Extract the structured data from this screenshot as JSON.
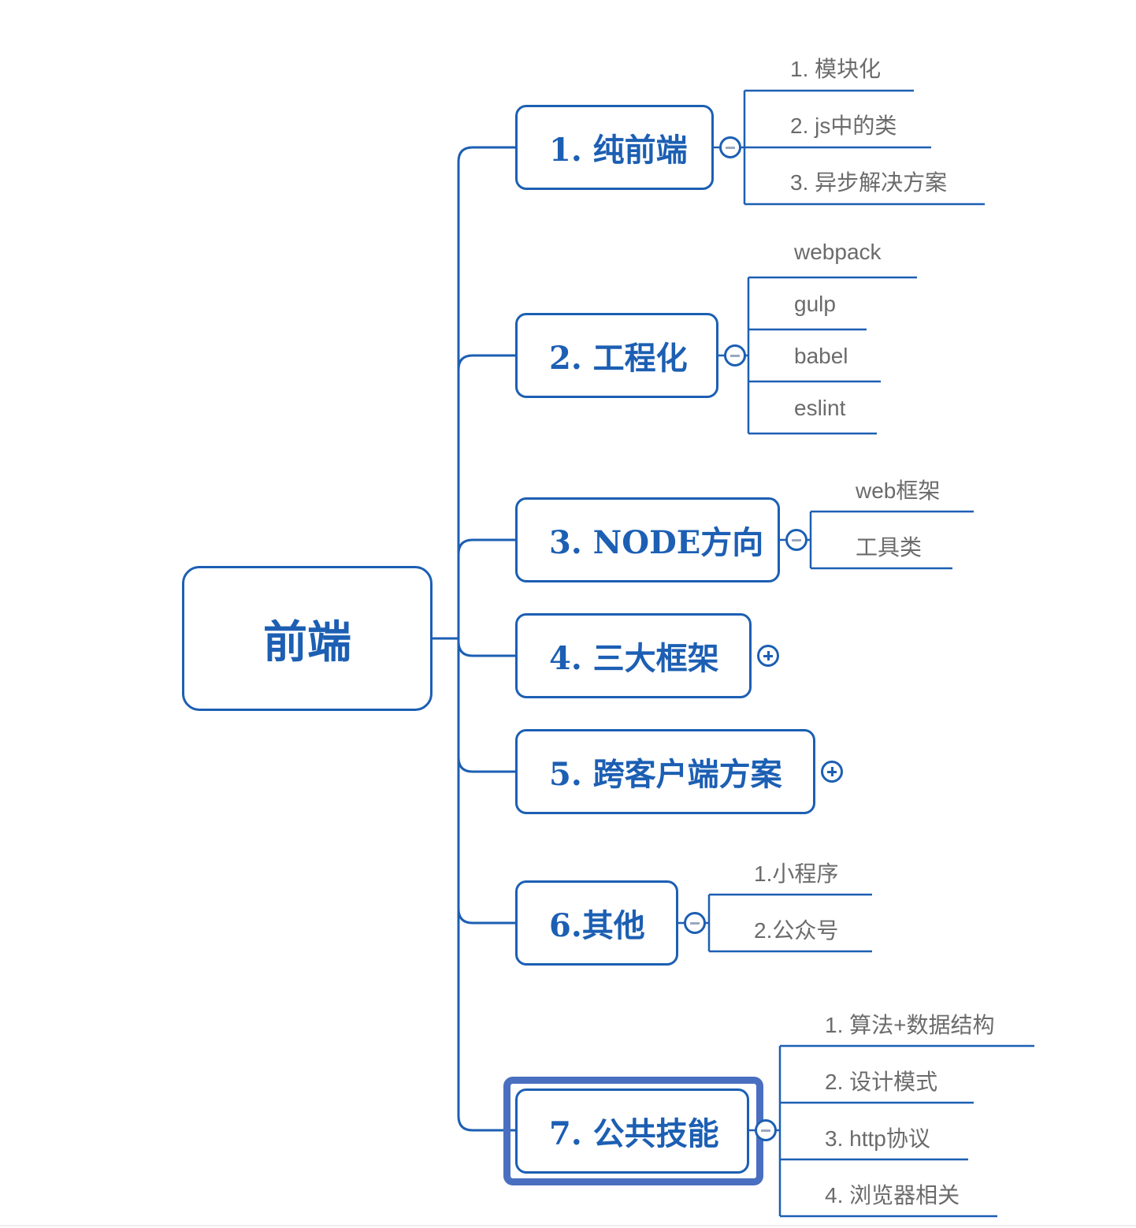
{
  "mindmap": {
    "root": "前端",
    "branches": [
      {
        "label": "1. 纯前端",
        "state": "expanded",
        "leaves": [
          "1. 模块化",
          "2. js中的类",
          "3. 异步解决方案"
        ]
      },
      {
        "label": "2. 工程化",
        "state": "expanded",
        "leaves": [
          "webpack",
          "gulp",
          "babel",
          "eslint"
        ]
      },
      {
        "label": "3. NODE方向",
        "state": "expanded",
        "leaves": [
          "web框架",
          "工具类"
        ]
      },
      {
        "label": "4. 三大框架",
        "state": "collapsed",
        "leaves": []
      },
      {
        "label": "5. 跨客户端方案",
        "state": "collapsed",
        "leaves": []
      },
      {
        "label": "6.其他",
        "state": "expanded",
        "leaves": [
          "1.小程序",
          "2.公众号"
        ]
      },
      {
        "label": "7. 公共技能",
        "state": "expanded",
        "selected": true,
        "leaves": [
          "1. 算法+数据结构",
          "2. 设计模式",
          "3. http协议",
          "4. 浏览器相关"
        ]
      }
    ]
  },
  "colors": {
    "node_border": "#1c5fb3",
    "node_text": "#1c5fb3",
    "leaf_text": "#6b6b6b",
    "selection": "#4a6fc1"
  },
  "icons": {
    "expanded": "minus-circle-icon",
    "collapsed": "plus-circle-icon"
  }
}
